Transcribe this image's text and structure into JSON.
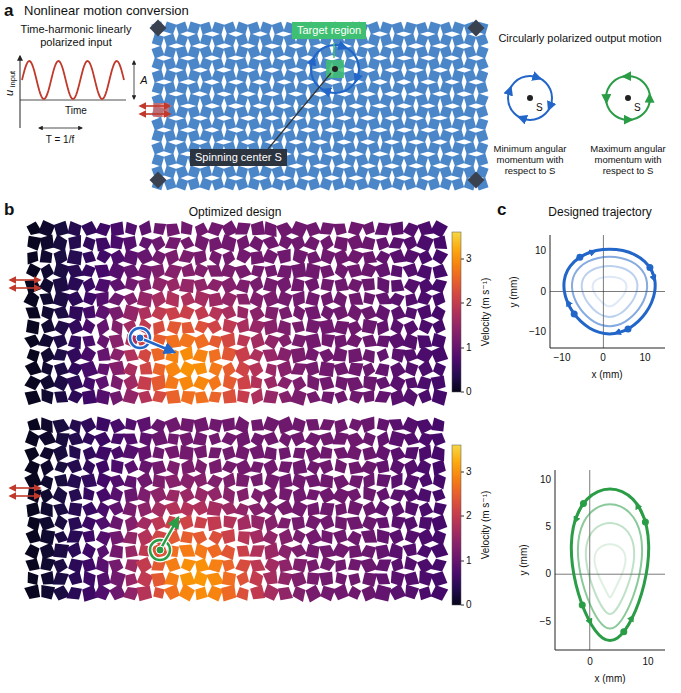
{
  "diagram": {
    "nodes": [
      {
        "text": [
          "Target region"
        ]
      },
      {
        "text": [
          "Spinning center S"
        ]
      }
    ],
    "labels": [
      "a",
      "Nonlinear motion conversion",
      "Time-harmonic linearly polarized input",
      "u",
      "input",
      "Time",
      "A",
      "T = 1/f",
      "S",
      "S",
      "Minimum angular momentum with respect to S",
      "Maximum angular momentum with respect to S",
      "Circularly polarized output motion",
      "b",
      "Optimized design",
      "3",
      "2",
      "1",
      "0",
      "Velocity (m s⁻¹)",
      "3",
      "2",
      "1",
      "0",
      "Velocity (m s⁻¹)",
      "c",
      "Designed trajectory",
      "10",
      "0",
      "−10",
      "−10",
      "0",
      "10",
      "y (mm)",
      "x (mm)",
      "10",
      "5",
      "0",
      "−5",
      "0",
      "10",
      "y (mm)",
      "x (mm)"
    ]
  }
}
